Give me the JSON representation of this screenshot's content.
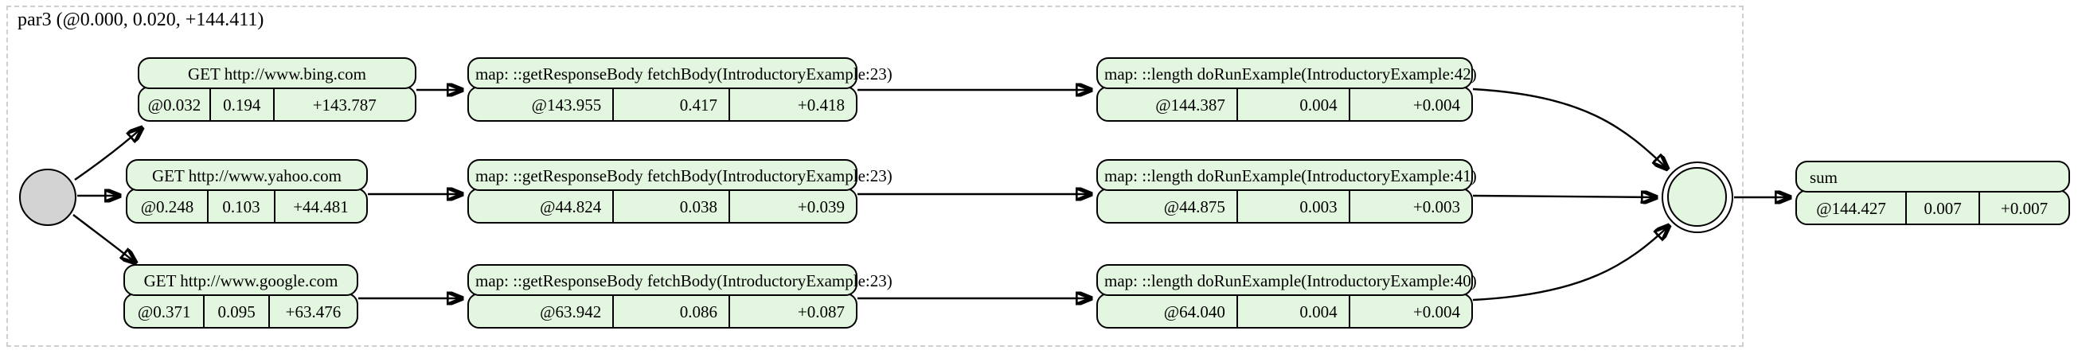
{
  "colors": {
    "node_fill": "#e3f6df",
    "start_node_fill": "#d3d3d3",
    "node_border": "#000000",
    "cluster_dash": "#cfcfcf",
    "background": "#ffffff"
  },
  "cluster": {
    "label": "par3 (@0.000, 0.020, +144.411)"
  },
  "rows": [
    {
      "stages": [
        {
          "title": "GET http://www.bing.com",
          "at": "@0.032",
          "own": "0.194",
          "total": "+143.787"
        },
        {
          "title": "map: ::getResponseBody fetchBody(IntroductoryExample:23)",
          "at": "@143.955",
          "own": "0.417",
          "total": "+0.418"
        },
        {
          "title": "map: ::length doRunExample(IntroductoryExample:42)",
          "at": "@144.387",
          "own": "0.004",
          "total": "+0.004"
        }
      ]
    },
    {
      "stages": [
        {
          "title": "GET http://www.yahoo.com",
          "at": "@0.248",
          "own": "0.103",
          "total": "+44.481"
        },
        {
          "title": "map: ::getResponseBody fetchBody(IntroductoryExample:23)",
          "at": "@44.824",
          "own": "0.038",
          "total": "+0.039"
        },
        {
          "title": "map: ::length doRunExample(IntroductoryExample:41)",
          "at": "@44.875",
          "own": "0.003",
          "total": "+0.003"
        }
      ]
    },
    {
      "stages": [
        {
          "title": "GET http://www.google.com",
          "at": "@0.371",
          "own": "0.095",
          "total": "+63.476"
        },
        {
          "title": "map: ::getResponseBody fetchBody(IntroductoryExample:23)",
          "at": "@63.942",
          "own": "0.086",
          "total": "+0.087"
        },
        {
          "title": "map: ::length doRunExample(IntroductoryExample:40)",
          "at": "@64.040",
          "own": "0.004",
          "total": "+0.004"
        }
      ]
    }
  ],
  "sum": {
    "title": "sum",
    "at": "@144.427",
    "own": "0.007",
    "total": "+0.007"
  }
}
